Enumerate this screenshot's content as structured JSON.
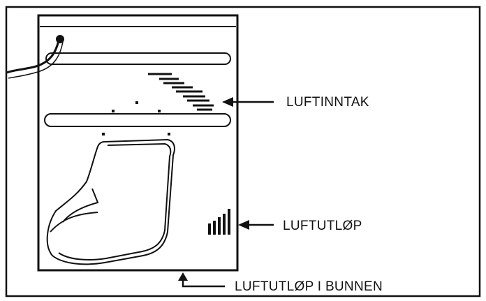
{
  "labels": {
    "air_intake": "LUFTINNTAK",
    "air_outlet": "LUFTUTLØP",
    "bottom_outlet": "LUFTUTLØP I BUNNEN"
  },
  "colors": {
    "line": "#111111",
    "background": "#ffffff"
  },
  "icons": [
    "cable-icon",
    "boot-shape-icon",
    "vent-bars-icon",
    "arrow-left-icon",
    "arrow-up-icon"
  ]
}
